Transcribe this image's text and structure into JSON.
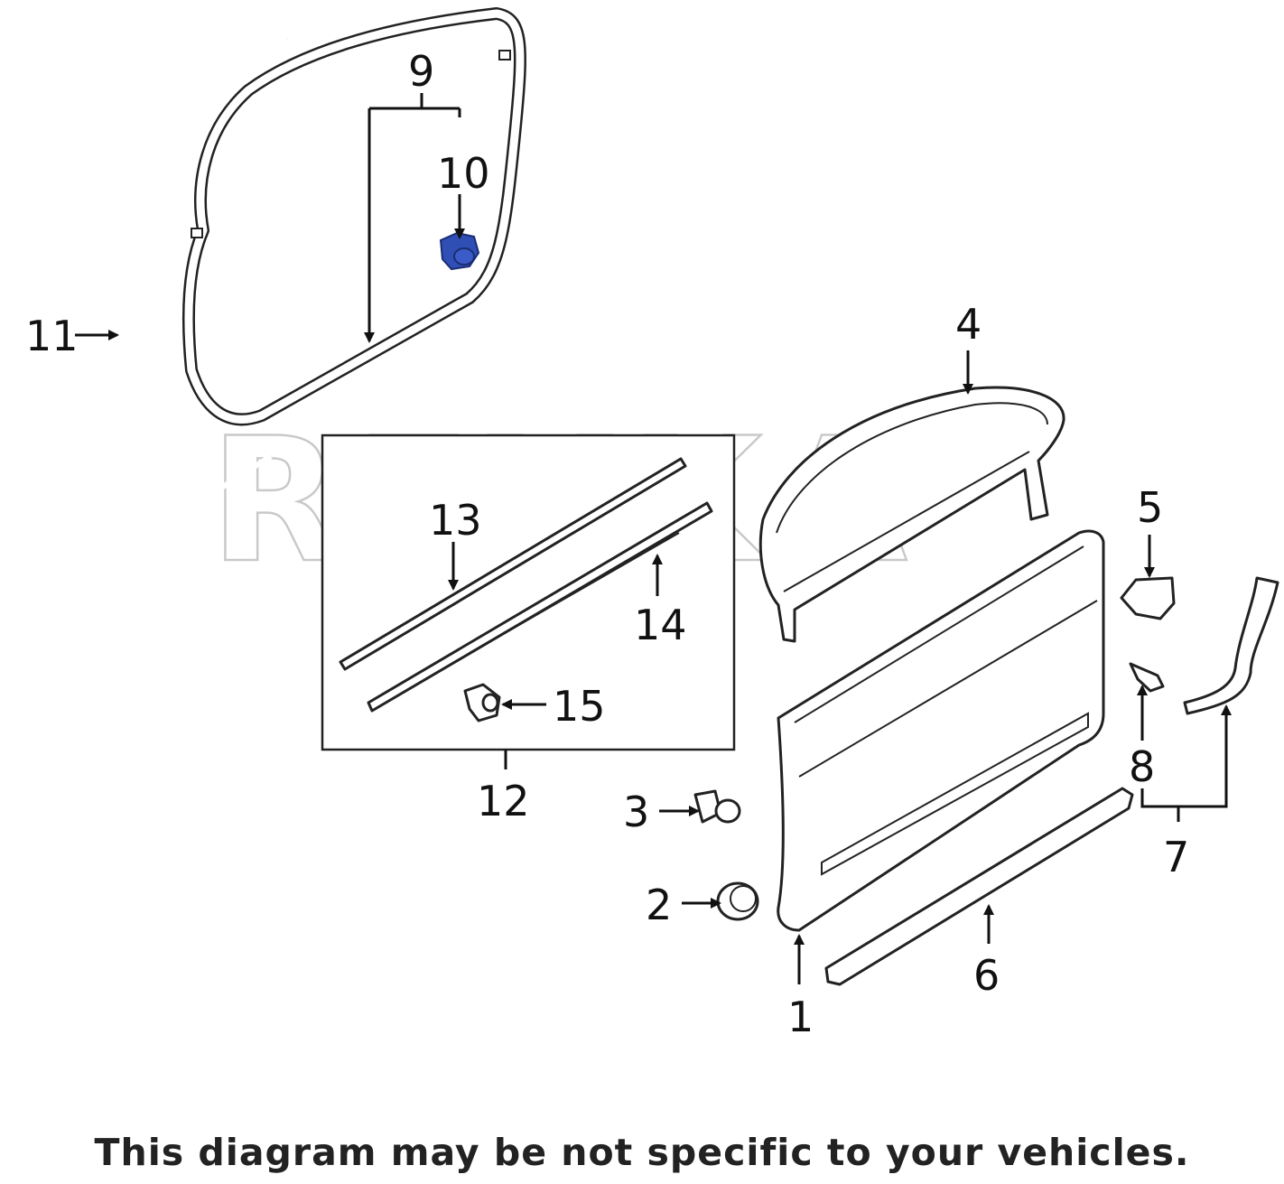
{
  "watermark": "REXKA",
  "callouts": {
    "c1": "1",
    "c2": "2",
    "c3": "3",
    "c4": "4",
    "c5": "5",
    "c6": "6",
    "c7": "7",
    "c8": "8",
    "c9": "9",
    "c10": "10",
    "c11": "11",
    "c12": "12",
    "c13": "13",
    "c14": "14",
    "c15": "15"
  },
  "highlight_color": "#2f4fb5",
  "disclaimer": "This diagram may be not specific to your vehicles."
}
